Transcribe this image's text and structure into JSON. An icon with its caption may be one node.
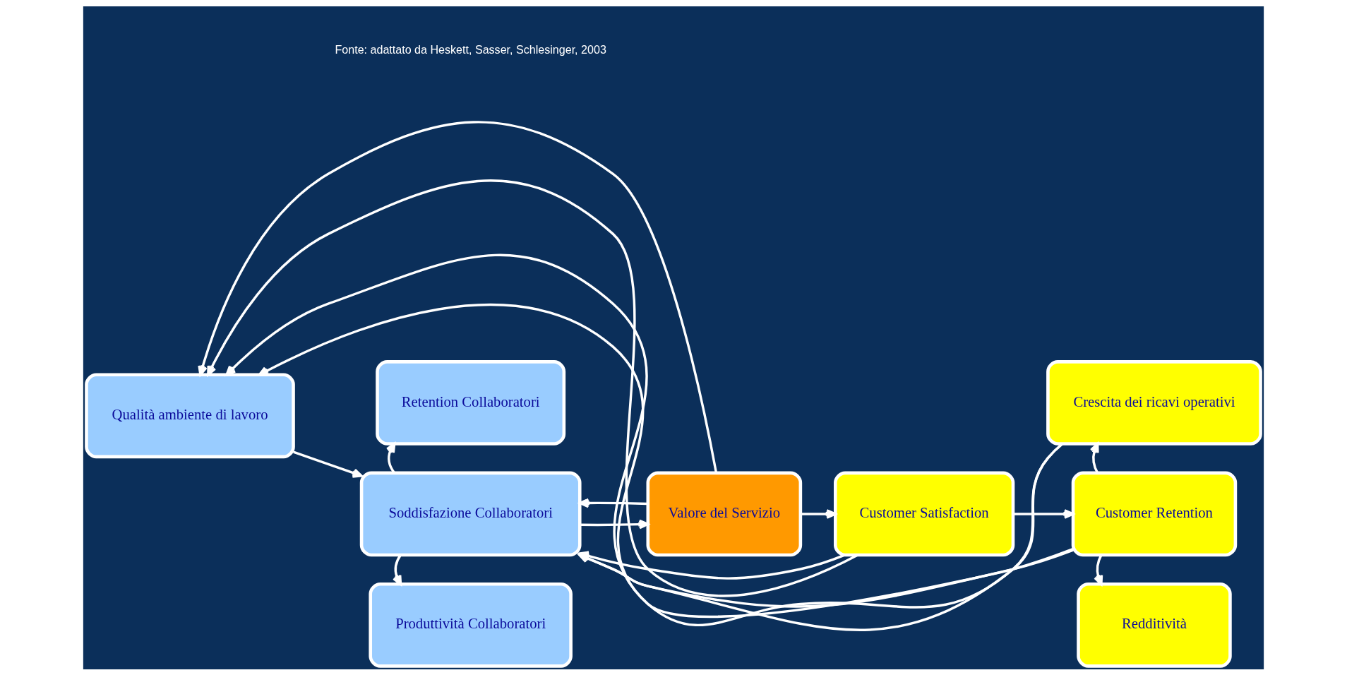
{
  "diagram": {
    "nodes": [
      {
        "text": [
          "Qualità ambiente di lavoro"
        ]
      },
      {
        "text": [
          "Soddisfazione Collaboratori"
        ]
      },
      {
        "text": [
          "Retention Collaboratori"
        ]
      },
      {
        "text": [
          "Produttività Collaboratori"
        ]
      },
      {
        "text": [
          "Valore del Servizio"
        ]
      },
      {
        "text": [
          "Customer Satisfaction"
        ]
      },
      {
        "text": [
          "Customer Retention"
        ]
      },
      {
        "text": [
          "Crescita dei ricavi operativi"
        ]
      },
      {
        "text": [
          "Redditività"
        ]
      }
    ],
    "edges": [
      {
        "from": 0,
        "to": 1,
        "arrow": "to"
      },
      {
        "from": 1,
        "to": 2,
        "arrow": "to"
      },
      {
        "from": 1,
        "to": 3,
        "arrow": "to"
      },
      {
        "from": 1,
        "to": 4,
        "arrow": "to"
      },
      {
        "from": 4,
        "to": 5,
        "arrow": "to"
      },
      {
        "from": 5,
        "to": 6,
        "arrow": "to"
      },
      {
        "from": 6,
        "to": 7,
        "arrow": "to"
      },
      {
        "from": 6,
        "to": 8,
        "arrow": "to"
      },
      {
        "from": 4,
        "to": 0,
        "arrow": "to"
      },
      {
        "from": 4,
        "to": 1,
        "arrow": "to"
      },
      {
        "from": 5,
        "to": 0,
        "arrow": "to"
      },
      {
        "from": 5,
        "to": 1,
        "arrow": "to"
      },
      {
        "from": 6,
        "to": 0,
        "arrow": "to"
      },
      {
        "from": 6,
        "to": 1,
        "arrow": "to"
      },
      {
        "from": 7,
        "to": 0,
        "arrow": "to"
      },
      {
        "from": 7,
        "to": 1,
        "arrow": "to"
      }
    ],
    "labels": [
      "Fonte: adattato da Heskett, Sasser, Schlesinger, 2003"
    ]
  }
}
